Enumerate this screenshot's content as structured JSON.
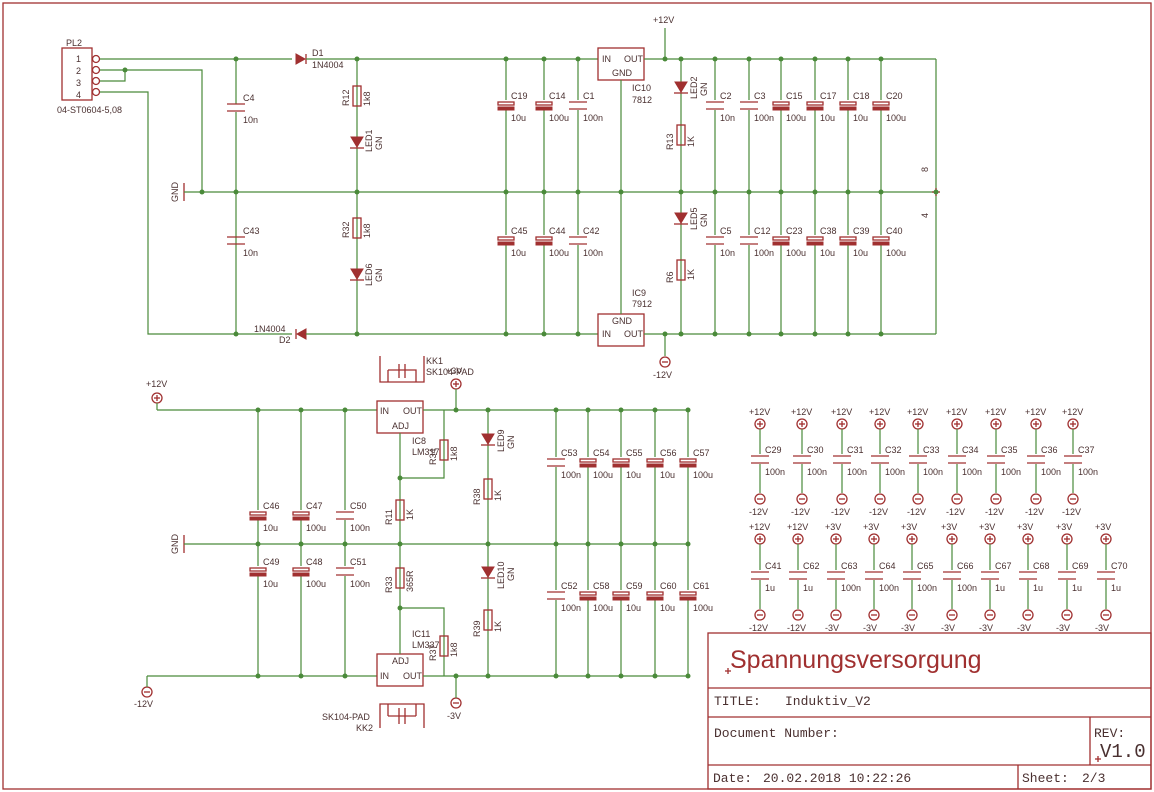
{
  "title_block": {
    "heading": "Spannungsversorgung",
    "title_label": "TITLE:",
    "title_value": "Induktiv_V2",
    "doc_label": "Document Number:",
    "rev_label": "REV:",
    "rev_value": "V1.0",
    "date_label": "Date:",
    "date_value": "20.02.2018 10:22:26",
    "sheet_label": "Sheet:",
    "sheet_value": "2/3"
  },
  "connector": {
    "name": "PL2",
    "part": "04-ST0604-5,08",
    "pins": [
      "1",
      "2",
      "3",
      "4"
    ]
  },
  "rails": {
    "p12": "+12V",
    "m12": "-12V",
    "p3": "+3V",
    "m3": "-3V",
    "gnd": "GND"
  },
  "upper": {
    "d1": {
      "name": "D1",
      "value": "1N4004"
    },
    "d2": {
      "name": "D2",
      "value": "1N4004"
    },
    "c4": {
      "name": "C4",
      "value": "10n"
    },
    "c43": {
      "name": "C43",
      "value": "10n"
    },
    "r12": {
      "name": "R12",
      "value": "1k8"
    },
    "r32": {
      "name": "R32",
      "value": "1k8"
    },
    "led1": {
      "name": "LED1",
      "value": "GN"
    },
    "led6": {
      "name": "LED6",
      "value": "GN"
    },
    "c19": {
      "name": "C19",
      "value": "10u"
    },
    "c14": {
      "name": "C14",
      "value": "100u"
    },
    "c1": {
      "name": "C1",
      "value": "100n"
    },
    "c45": {
      "name": "C45",
      "value": "10u"
    },
    "c44": {
      "name": "C44",
      "value": "100u"
    },
    "c42": {
      "name": "C42",
      "value": "100n"
    },
    "ic10": {
      "name": "IC10",
      "value": "7812",
      "in": "IN",
      "out": "OUT",
      "gnd": "GND"
    },
    "ic9": {
      "name": "IC9",
      "value": "7912",
      "in": "IN",
      "out": "OUT",
      "gnd": "GND"
    },
    "led2": {
      "name": "LED2",
      "value": "GN"
    },
    "led5": {
      "name": "LED5",
      "value": "GN"
    },
    "r13": {
      "name": "R13",
      "value": "1K"
    },
    "r6": {
      "name": "R6",
      "value": "1K"
    },
    "top_caps": [
      {
        "name": "C2",
        "value": "10n"
      },
      {
        "name": "C3",
        "value": "100n"
      },
      {
        "name": "C15",
        "value": "100u"
      },
      {
        "name": "C17",
        "value": "10u"
      },
      {
        "name": "C18",
        "value": "10u"
      },
      {
        "name": "C20",
        "value": "100u"
      }
    ],
    "bot_caps": [
      {
        "name": "C5",
        "value": "10n"
      },
      {
        "name": "C12",
        "value": "100n"
      },
      {
        "name": "C23",
        "value": "100u"
      },
      {
        "name": "C38",
        "value": "10u"
      },
      {
        "name": "C39",
        "value": "10u"
      },
      {
        "name": "C40",
        "value": "100u"
      }
    ],
    "pin8": "8",
    "pin4": "4"
  },
  "lower": {
    "kk1": {
      "name": "KK1",
      "value": "SK104-PAD"
    },
    "kk2": {
      "name": "KK2",
      "value": "SK104-PAD"
    },
    "ic8": {
      "name": "IC8",
      "value": "LM317",
      "in": "IN",
      "out": "OUT",
      "adj": "ADJ"
    },
    "ic11": {
      "name": "IC11",
      "value": "LM337",
      "in": "IN",
      "out": "OUT",
      "adj": "ADJ"
    },
    "r34": {
      "name": "R34",
      "value": "1k8"
    },
    "r37": {
      "name": "R37",
      "value": "1k8"
    },
    "r11": {
      "name": "R11",
      "value": "1K"
    },
    "r33": {
      "name": "R33",
      "value": "365R"
    },
    "led9": {
      "name": "LED9",
      "value": "GN"
    },
    "led10": {
      "name": "LED10",
      "value": "GN"
    },
    "r38": {
      "name": "R38",
      "value": "1K"
    },
    "r39": {
      "name": "R39",
      "value": "1K"
    },
    "c46": {
      "name": "C46",
      "value": "10u"
    },
    "c47": {
      "name": "C47",
      "value": "100u"
    },
    "c50": {
      "name": "C50",
      "value": "100n"
    },
    "c49": {
      "name": "C49",
      "value": "10u"
    },
    "c48": {
      "name": "C48",
      "value": "100u"
    },
    "c51": {
      "name": "C51",
      "value": "100n"
    },
    "top_caps": [
      {
        "name": "C53",
        "value": "100n"
      },
      {
        "name": "C54",
        "value": "100u"
      },
      {
        "name": "C55",
        "value": "10u"
      },
      {
        "name": "C56",
        "value": "10u"
      },
      {
        "name": "C57",
        "value": "100u"
      }
    ],
    "bot_caps": [
      {
        "name": "C52",
        "value": "100n"
      },
      {
        "name": "C58",
        "value": "100u"
      },
      {
        "name": "C59",
        "value": "10u"
      },
      {
        "name": "C60",
        "value": "10u"
      },
      {
        "name": "C61",
        "value": "100u"
      }
    ]
  },
  "decoupling_row1": [
    {
      "name": "C29",
      "value": "100n",
      "top": "+12V",
      "bot": "-12V"
    },
    {
      "name": "C30",
      "value": "100n",
      "top": "+12V",
      "bot": "-12V"
    },
    {
      "name": "C31",
      "value": "100n",
      "top": "+12V",
      "bot": "-12V"
    },
    {
      "name": "C32",
      "value": "100n",
      "top": "+12V",
      "bot": "-12V"
    },
    {
      "name": "C33",
      "value": "100n",
      "top": "+12V",
      "bot": "-12V"
    },
    {
      "name": "C34",
      "value": "100n",
      "top": "+12V",
      "bot": "-12V"
    },
    {
      "name": "C35",
      "value": "100n",
      "top": "+12V",
      "bot": "-12V"
    },
    {
      "name": "C36",
      "value": "100n",
      "top": "+12V",
      "bot": "-12V"
    },
    {
      "name": "C37",
      "value": "100n",
      "top": "+12V",
      "bot": "-12V"
    }
  ],
  "decoupling_row2": [
    {
      "name": "C41",
      "value": "1u",
      "top": "+12V",
      "bot": "-12V"
    },
    {
      "name": "C62",
      "value": "1u",
      "top": "+12V",
      "bot": "-12V"
    },
    {
      "name": "C63",
      "value": "100n",
      "top": "+3V",
      "bot": "-3V"
    },
    {
      "name": "C64",
      "value": "100n",
      "top": "+3V",
      "bot": "-3V"
    },
    {
      "name": "C65",
      "value": "100n",
      "top": "+3V",
      "bot": "-3V"
    },
    {
      "name": "C66",
      "value": "100n",
      "top": "+3V",
      "bot": "-3V"
    },
    {
      "name": "C67",
      "value": "1u",
      "top": "+3V",
      "bot": "-3V"
    },
    {
      "name": "C68",
      "value": "1u",
      "top": "+3V",
      "bot": "-3V"
    },
    {
      "name": "C69",
      "value": "1u",
      "top": "+3V",
      "bot": "-3V"
    },
    {
      "name": "C70",
      "value": "1u",
      "top": "+3V",
      "bot": "-3V"
    }
  ]
}
